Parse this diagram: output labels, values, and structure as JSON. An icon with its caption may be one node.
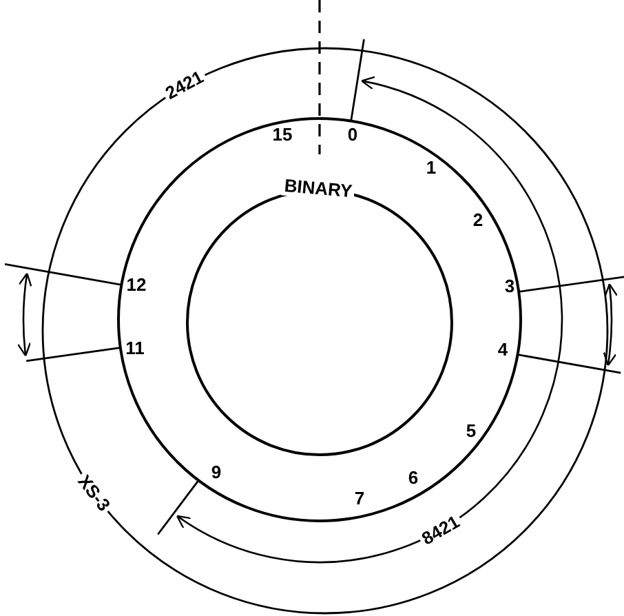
{
  "diagram": {
    "labels": [
      "2421",
      "15",
      "0",
      "1",
      "BINARY",
      "2",
      "12",
      "3",
      "11",
      "4",
      "5",
      "9",
      "6",
      "7",
      "8421",
      "XS-3"
    ]
  }
}
